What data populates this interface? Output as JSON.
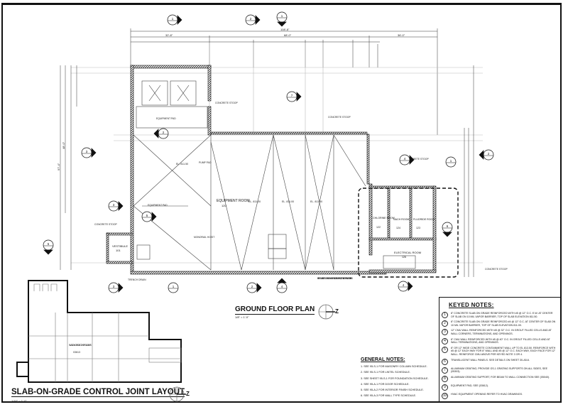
{
  "sheet": {
    "type": "architectural floor plan sheet"
  },
  "ground_floor_plan": {
    "title": "GROUND FLOOR PLAN",
    "scale": "1/8\" = 1'-0\"",
    "north_label": "Z",
    "overall_dims": {
      "top_total": "108'-8\"",
      "top_left": "32'-8\"",
      "top_right": "68'-0\"",
      "top_far_right": "36'-0\"",
      "left_total": "97'-4\"",
      "left_mid": "48'-0\""
    },
    "rooms": [
      {
        "name": "EQUIPMENT ROOM",
        "number": "120",
        "tag": "1"
      },
      {
        "name": "VESTIBULE",
        "number": "101",
        "tag": "2"
      },
      {
        "name": "CHLORINE ROOM",
        "number": "122"
      },
      {
        "name": "NACH ROOM",
        "number": "124"
      },
      {
        "name": "FLUORIDE ROOM",
        "number": "123"
      },
      {
        "name": "ELECTRICAL ROOM",
        "number": "126"
      }
    ],
    "callouts": [
      {
        "text": "CONCRETE STOOP",
        "ref": "SEE",
        "detail": "03319"
      },
      {
        "text": "EQUIPMENT PAD",
        "ref": "SEE",
        "detail": "03614"
      },
      {
        "text": "PUMP PAD",
        "ref": "SEE",
        "detail": "03614"
      },
      {
        "text": "EQUIPMENT PAD",
        "ref": "SEE",
        "detail": "03612"
      },
      {
        "text": "TRENCH DRAIN",
        "ref": "SEE",
        "detail": "03612"
      },
      {
        "text": "FIBERGLASS INTERLOCKING PLANK WITH SOLID GRIT SURFACE, PROVIDE OPENING FOR PIPING"
      },
      {
        "text": "MONORAIL HOIST"
      }
    ],
    "elevations": [
      "EL. 811.00",
      "EL. 811.50"
    ],
    "section_marks": [
      {
        "num": "1",
        "sheet": "30-A5-1"
      },
      {
        "num": "2",
        "sheet": "30-A5-1"
      },
      {
        "num": "1",
        "sheet": "30-A4-1"
      },
      {
        "num": "2",
        "sheet": "30-A4-1"
      },
      {
        "num": "3",
        "sheet": "30-A5-1"
      },
      {
        "num": "4",
        "sheet": "30-A5-1"
      },
      {
        "num": "5",
        "sheet": "30-A5-1"
      },
      {
        "num": "6",
        "sheet": "30-A5-1"
      },
      {
        "num": "7",
        "sheet": "30-A5-1"
      },
      {
        "num": "4",
        "sheet": "30-A4-1"
      }
    ]
  },
  "slab_layout": {
    "title": "SLAB-ON-GRADE CONTROL JOINT LAYOUT",
    "scale": "1/16\" = 1'-0\"",
    "north_label": "Z",
    "callout": {
      "text": "SLAB-ON-GRADE CONTROL JOINTS",
      "ref": "SEE",
      "detail": "03613"
    }
  },
  "general_notes": {
    "title": "GENERAL NOTES:",
    "items": [
      "1.  SEE 95-S-1 FOR MASONRY COLUMN SCHEDULE.",
      "2.  SEE 95-S-1 FOR LINTEL SCHEDULE.",
      "3.  SEE SHEET 95-S-1 FOR FOUNDATION SCHEDULE.",
      "4.  SEE 95-A-1 FOR DOOR SCHEDULE.",
      "5.  SEE 95-A-2 FOR INTERIOR FINISH SCHEDULE.",
      "6.  SEE 95-A-3 FOR WALL TYPE SCHEDULE."
    ]
  },
  "keyed_notes": {
    "title": "KEYED NOTES:",
    "items": [
      {
        "n": "1",
        "text": "8\" CONCRETE SLAB ON GRADE REINFORCED WITH #5 @ 12\" O.C. E.W. AT CENTER OF SLAB ON 10 MIL VAPOR BARRIER, TOP OF SLAB ELEVATION 811.50."
      },
      {
        "n": "2",
        "text": "8\" CONCRETE SLAB ON GRADE REINFORCED #4 @ 12\" O.C. AT CENTER OF SLAB ON 10 MIL VAPOR BARRIER, TOP OF SLAB ELEVATION 811.00."
      },
      {
        "n": "3",
        "text": "12\" CMU WALL REINFORCED WITH #5 @ 32\" O.C. IN GROUT FILLED CELLS AND AT WALL CORNERS, TERMINATIONS, AND OPENINGS."
      },
      {
        "n": "4",
        "text": "8\" CMU WALL REINFORCED WITH #5 @ 40\" O.C. IN GROUT FILLED CELLS AND AT WALL TERMINATIONS, AND OPENINGS."
      },
      {
        "n": "5",
        "text": "8\" OR 12\" WIDE CONCRETE CONTAINMENT WALL UP TO EL 813.50. REINFORCE WITH #5 @ 12\" EACH WAY FOR 8\" WALL AND #5 @ 12\" O.C. EACH WAY, EACH FACE FOR 12\" WALL. REINFORCE CMU ABOVE PER KEYED NOTE 3 OR 4."
      },
      {
        "n": "6",
        "text": "TRANSLUCENT WALL PANELS. SEE DETAILS ON SHEET 30-A5-6."
      },
      {
        "n": "7",
        "text": "ALUMINUM GRATING, PROVIDE GS-1 GRATING SUPPORTS ON ALL SIDES, SEE (05303)."
      },
      {
        "n": "8",
        "text": "ALUMINUM GRATING SUPPORT, FOR BEAM TO WALL CONNECTION SEE (05040)."
      },
      {
        "n": "9",
        "text": "EQUIPMENT PAD, SEE (03612)."
      },
      {
        "n": "10",
        "text": "HVAC EQUIPMENT OPENING REFER TO HVAC DRAWINGS."
      }
    ]
  },
  "colors": {
    "line": "#111111",
    "light_line": "#888888",
    "paper": "#ffffff"
  }
}
